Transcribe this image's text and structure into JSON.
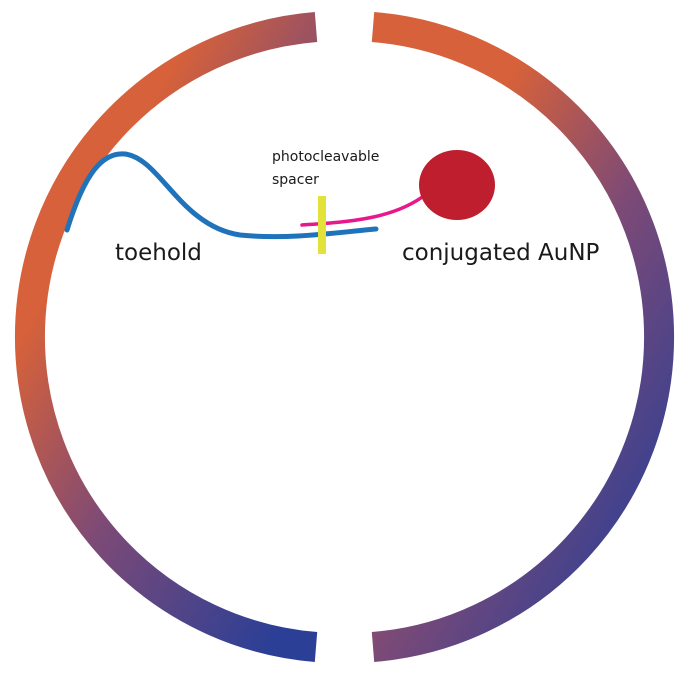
{
  "labels": {
    "spacer_line1": "photocleavable",
    "spacer_line2": "spacer",
    "toehold": "toehold",
    "particle": "conjugated AuNP"
  },
  "colors": {
    "ring_start": "#d6613a",
    "ring_mid": "#7d4a76",
    "ring_end": "#2b3f96",
    "strand": "#1e73ba",
    "linker": "#e8188c",
    "spacer": "#e2e23a",
    "nanoparticle": "#be1e2d"
  }
}
